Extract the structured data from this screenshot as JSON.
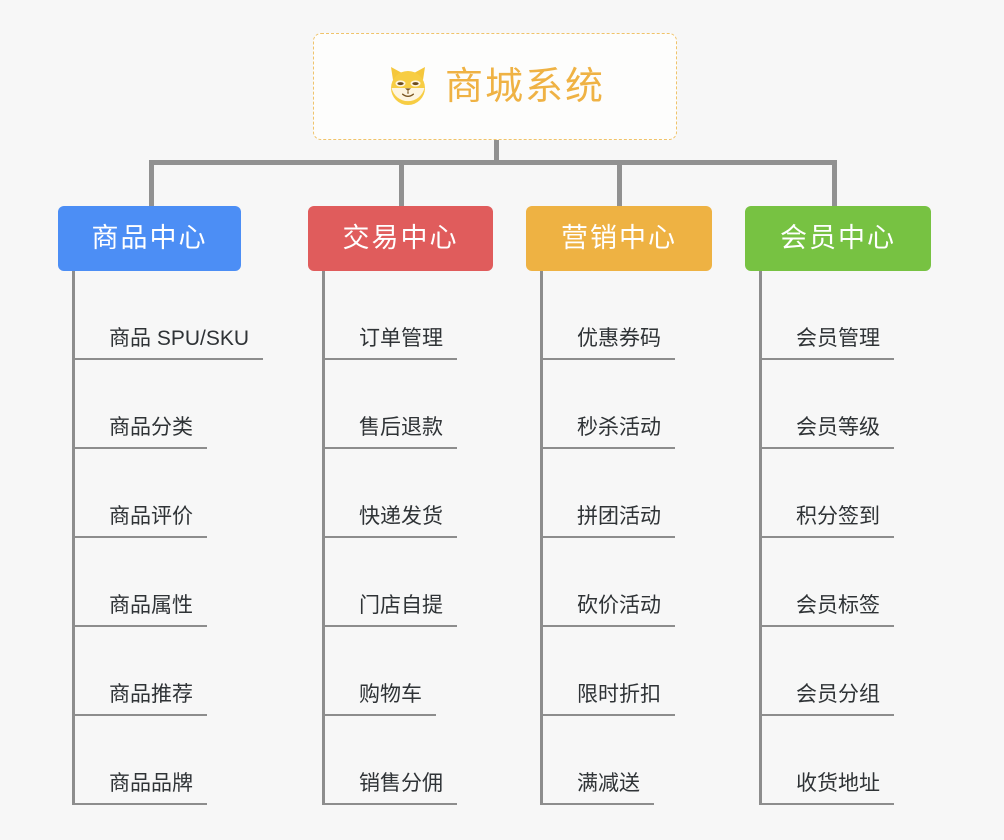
{
  "diagram": {
    "type": "mindmap",
    "title": "商城系统",
    "background_color": "#f7f7f7",
    "root": {
      "label": "商城系统",
      "icon": "shiba-dog-icon",
      "text_color": "#efb244",
      "border_color": "#f0c36a",
      "background_color": "#fdfdfc"
    },
    "connector_color": "#919191",
    "branches": [
      {
        "label": "商品中心",
        "color": "#4c8ef5",
        "items": [
          "商品 SPU/SKU",
          "商品分类",
          "商品评价",
          "商品属性",
          "商品推荐",
          "商品品牌"
        ]
      },
      {
        "label": "交易中心",
        "color": "#e05c5c",
        "items": [
          "订单管理",
          "售后退款",
          "快递发货",
          "门店自提",
          "购物车",
          "销售分佣"
        ]
      },
      {
        "label": "营销中心",
        "color": "#eeb243",
        "items": [
          "优惠券码",
          "秒杀活动",
          "拼团活动",
          "砍价活动",
          "限时折扣",
          "满减送"
        ]
      },
      {
        "label": "会员中心",
        "color": "#77c242",
        "items": [
          "会员管理",
          "会员等级",
          "积分签到",
          "会员标签",
          "会员分组",
          "收货地址"
        ]
      }
    ]
  }
}
